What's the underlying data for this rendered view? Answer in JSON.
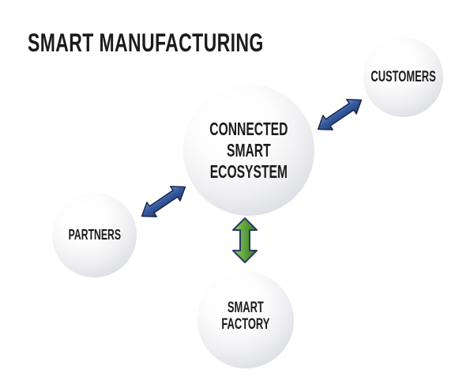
{
  "title": "SMART MANUFACTURING",
  "nodes": {
    "ecosystem": {
      "lines": [
        "CONNECTED",
        "SMART",
        "ECOSYSTEM"
      ]
    },
    "customers": {
      "label": "CUSTOMERS"
    },
    "partners": {
      "label": "PARTNERS"
    },
    "factory": {
      "lines": [
        "SMART",
        "FACTORY"
      ]
    }
  },
  "connections": [
    {
      "from": "connected-smart-ecosystem",
      "to": "customers",
      "arrow": "blue-3d-double-arrow",
      "direction": "bidirectional"
    },
    {
      "from": "connected-smart-ecosystem",
      "to": "partners",
      "arrow": "blue-3d-double-arrow",
      "direction": "bidirectional"
    },
    {
      "from": "connected-smart-ecosystem",
      "to": "smart-factory",
      "arrow": "green-3d-double-arrow",
      "direction": "bidirectional"
    }
  ],
  "colors": {
    "background": "#ffffff",
    "text": "#1b1b1b",
    "sphere_edge": "#c5c8d1",
    "arrow_blue_light": "#7293cb",
    "arrow_blue_mid": "#35589f",
    "arrow_blue_dark": "#243f6f",
    "arrow_blue_outline": "#16274d",
    "arrow_green_light": "#9ed06b",
    "arrow_green_mid": "#5da23c",
    "arrow_green_dark": "#39751f",
    "arrow_green_outline": "#2a3a64"
  }
}
